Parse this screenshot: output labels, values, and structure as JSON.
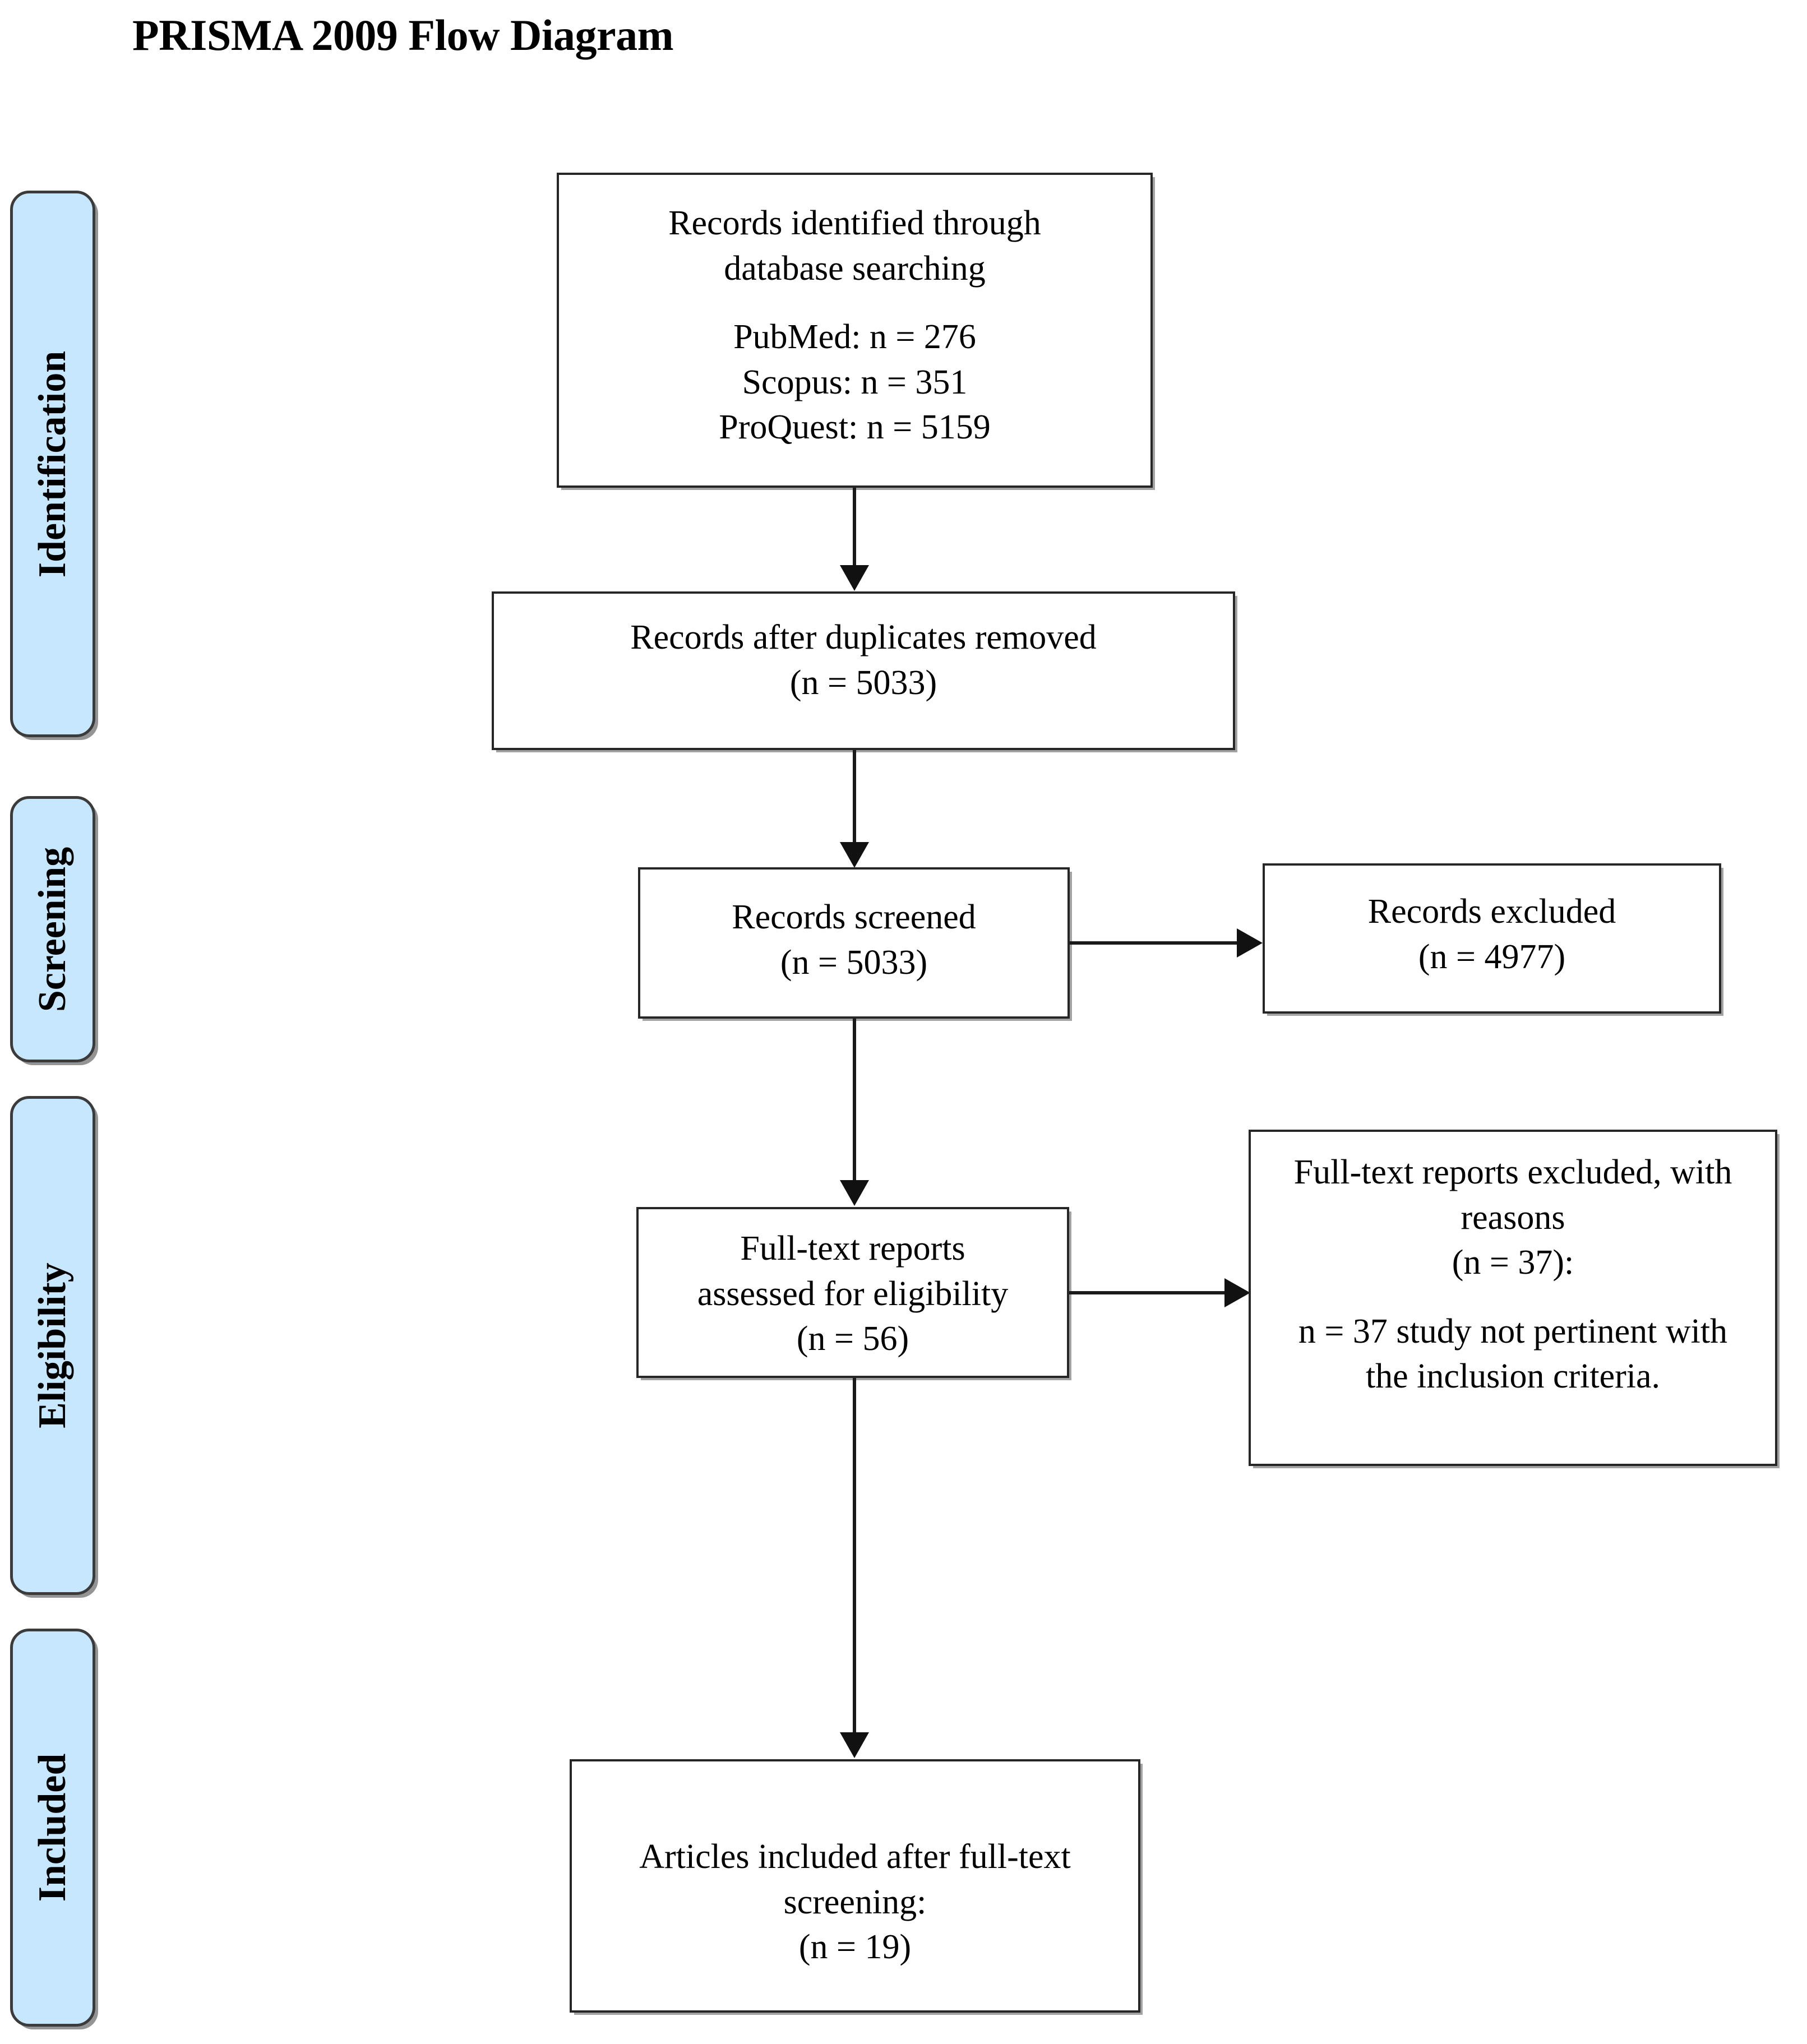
{
  "title": "PRISMA 2009 Flow Diagram",
  "stages": [
    {
      "id": "identification",
      "label": "Identification"
    },
    {
      "id": "screening",
      "label": "Screening"
    },
    {
      "id": "eligibility",
      "label": "Eligibility"
    },
    {
      "id": "included",
      "label": "Included"
    }
  ],
  "boxes": {
    "identified": {
      "heading": "Records identified through\ndatabase searching",
      "sources": "PubMed: n = 276\nScopus: n = 351\nProQuest: n = 5159"
    },
    "duplicates_removed": {
      "text": "Records after duplicates removed\n(n = 5033)"
    },
    "records_screened": {
      "text": "Records screened\n(n = 5033)"
    },
    "records_excluded": {
      "text": "Records excluded\n(n = 4977)"
    },
    "fulltext_assessed": {
      "text": "Full-text reports\nassessed for eligibility\n(n = 56)"
    },
    "fulltext_excluded": {
      "heading": "Full-text reports excluded, with\nreasons\n(n = 37):",
      "reasons": "n = 37 study not pertinent with\nthe inclusion criteria."
    },
    "articles_included": {
      "text": "Articles included after full-text\nscreening:\n(n = 19)"
    }
  },
  "counts": {
    "pubmed": 276,
    "scopus": 351,
    "proquest": 5159,
    "after_duplicates": 5033,
    "screened": 5033,
    "excluded_screening": 4977,
    "fulltext_assessed": 56,
    "fulltext_excluded": 37,
    "included": 19
  },
  "colors": {
    "band_fill": "#c6e7fd",
    "band_border": "#3b3b3b",
    "box_border": "#262626",
    "line": "#1a1a1a",
    "text": "#000000",
    "background": "#ffffff"
  }
}
